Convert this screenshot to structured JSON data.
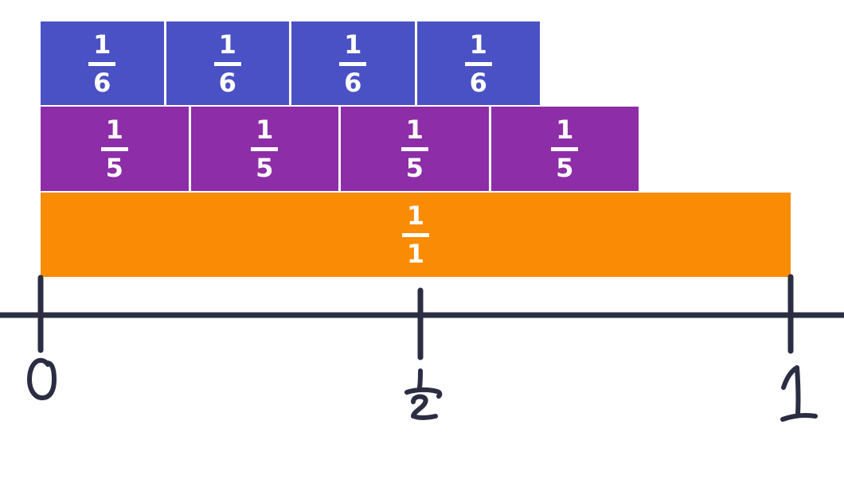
{
  "diagram": {
    "title": "fraction-tiles-over-number-line",
    "rows": [
      {
        "id": "sixths",
        "numerator": "1",
        "denominator": "6",
        "cell_count": 4,
        "color_key": "blue",
        "covers": "0 to 4/6"
      },
      {
        "id": "fifths",
        "numerator": "1",
        "denominator": "5",
        "cell_count": 4,
        "color_key": "purple",
        "covers": "0 to 4/5"
      },
      {
        "id": "whole",
        "numerator": "1",
        "denominator": "1",
        "cell_count": 1,
        "color_key": "orange",
        "covers": "0 to 1"
      }
    ],
    "number_line": {
      "ticks": [
        {
          "label": "0",
          "value": 0
        },
        {
          "label": "1/2",
          "value": 0.5
        },
        {
          "label": "1",
          "value": 1
        }
      ]
    }
  },
  "palette": {
    "blue": "#4a51c4",
    "purple": "#8d2da7",
    "orange": "#fa8c05",
    "line": "#2b2d42",
    "fraction_text": "#ffffff",
    "background": "#ffffff"
  }
}
